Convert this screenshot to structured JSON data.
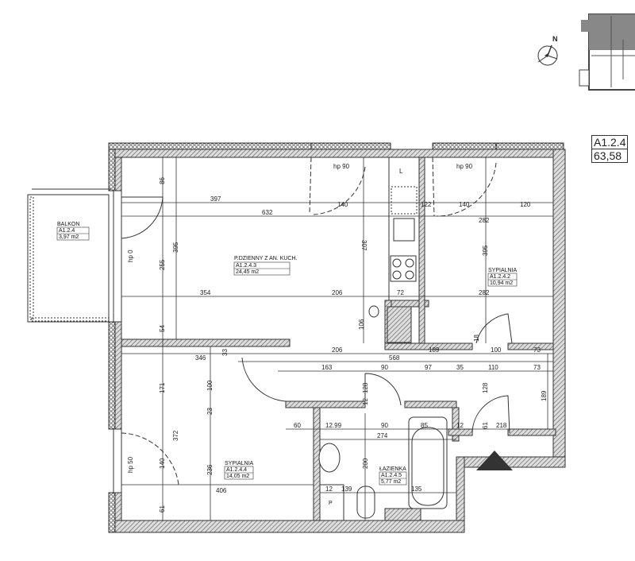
{
  "unit": {
    "id": "A1.2.4",
    "area": "63,58"
  },
  "compass": {
    "label": "N"
  },
  "rooms": {
    "balkon": {
      "name": "BALKON",
      "id": "A1.2.4",
      "area": "3,97 m2"
    },
    "living": {
      "name": "P.DZIENNY Z AN. KUCH.",
      "id": "A1.2.4.3",
      "area": "24,45 m2"
    },
    "bedroom1": {
      "name": "SYPIALNIA",
      "id": "A1.2.4.2",
      "area": "10,94 m2"
    },
    "bedroom2": {
      "name": "SYPIALNIA",
      "id": "A1.2.4.4",
      "area": "14,05 m2"
    },
    "bath": {
      "name": "ŁAZIENKA",
      "id": "A1.2.4.5",
      "area": "5,77 m2"
    }
  },
  "window_heights": [
    "hp 0",
    "hp 90",
    "hp 90",
    "hp 50"
  ],
  "fixtures": {
    "fridge": "L",
    "boiler": "P"
  },
  "dimensions": [
    "86",
    "397",
    "632",
    "140",
    "122",
    "140",
    "120",
    "282",
    "255",
    "395",
    "307",
    "395",
    "354",
    "206",
    "72",
    "282",
    "54",
    "106",
    "206",
    "189",
    "100",
    "73",
    "346",
    "568",
    "163",
    "90",
    "97",
    "35",
    "110",
    "73",
    "100",
    "128",
    "128",
    "171",
    "23",
    "12",
    "189",
    "60",
    "12.99",
    "90",
    "85",
    "12",
    "61",
    "218",
    "274",
    "372",
    "140",
    "236",
    "200",
    "406",
    "12",
    "139",
    "135",
    "61",
    "33",
    "18"
  ]
}
